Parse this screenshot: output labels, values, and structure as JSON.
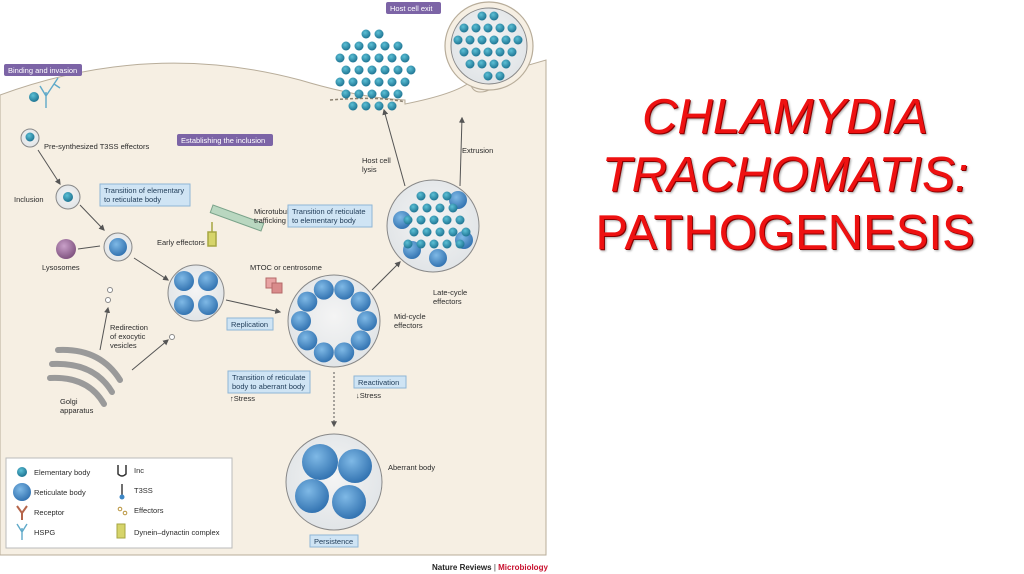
{
  "slide": {
    "title_line1": "CHLAMYDIA",
    "title_line2": "TRACHOMATIS:",
    "title_line3": "PATHOGENESIS",
    "title_color": "#ee1111"
  },
  "figure": {
    "credit_prefix": "Nature Reviews",
    "credit_sep": " | ",
    "credit_journal": "Microbiology",
    "tags": {
      "binding": "Binding and invasion",
      "establishing": "Establishing the inclusion",
      "host_exit": "Host cell exit"
    },
    "labels": {
      "t3ss_effectors": "Pre-synthesized T3SS effectors",
      "inclusion": "Inclusion",
      "lysosomes": "Lysosomes",
      "early_effectors": "Early effectors",
      "microtubule_1": "Microtubule",
      "microtubule_2": "trafficking",
      "mtoc": "MTOC or centrosome",
      "redirection_1": "Redirection",
      "redirection_2": "of exocytic",
      "redirection_3": "vesicles",
      "golgi_1": "Golgi",
      "golgi_2": "apparatus",
      "host_lysis_1": "Host cell",
      "host_lysis_2": "lysis",
      "extrusion": "Extrusion",
      "midcycle_1": "Mid-cycle",
      "midcycle_2": "effectors",
      "latecycle_1": "Late-cycle",
      "latecycle_2": "effectors",
      "aberrant_body": "Aberrant body",
      "stress_up": "↑Stress",
      "stress_down": "↓Stress"
    },
    "boxes": {
      "eb_to_rb_1": "Transition of elementary",
      "eb_to_rb_2": "to reticulate body",
      "rb_to_eb_1": "Transition of reticulate",
      "rb_to_eb_2": "to elementary body",
      "replication": "Replication",
      "rb_to_ab_1": "Transition of reticulate",
      "rb_to_ab_2": "body to aberrant body",
      "reactivation": "Reactivation",
      "persistence": "Persistence"
    },
    "legend": {
      "elementary_body": "Elementary body",
      "reticulate_body": "Reticulate body",
      "receptor": "Receptor",
      "hspg": "HSPG",
      "inc": "Inc",
      "t3ss": "T3SS",
      "effectors": "Effectors",
      "dynein": "Dynein–dynactin complex"
    },
    "colors": {
      "cell_background": "#f7f1e6",
      "rb_blue": "#3d87c6",
      "eb_teal": "#2c8fb0",
      "tag_purple": "#7c64a6",
      "box_blue": "#cfe4f4",
      "lysosome": "#9a6f9a"
    }
  }
}
